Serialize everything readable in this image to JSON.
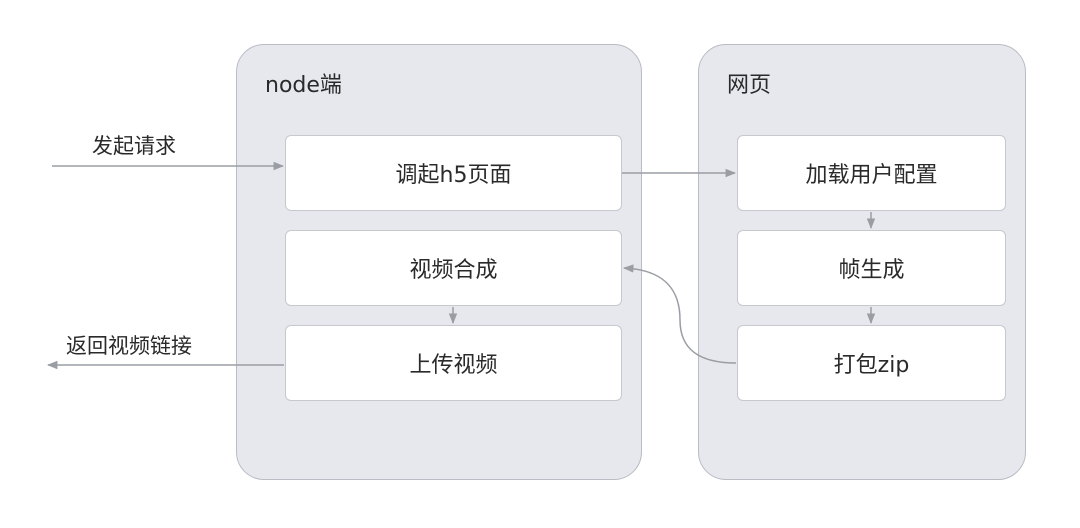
{
  "panels": {
    "node": {
      "title": "node端"
    },
    "web": {
      "title": "网页"
    }
  },
  "steps": {
    "invoke_h5": "调起h5页面",
    "compose_video": "视频合成",
    "upload_video": "上传视频",
    "load_config": "加载用户配置",
    "frame_gen": "帧生成",
    "zip_pack": "打包zip"
  },
  "external": {
    "request": "发起请求",
    "return_link": "返回视频链接"
  },
  "colors": {
    "panel_bg": "#e6e8ee",
    "panel_border": "#b9bcc4",
    "box_bg": "#ffffff",
    "arrow": "#9a9da3"
  }
}
